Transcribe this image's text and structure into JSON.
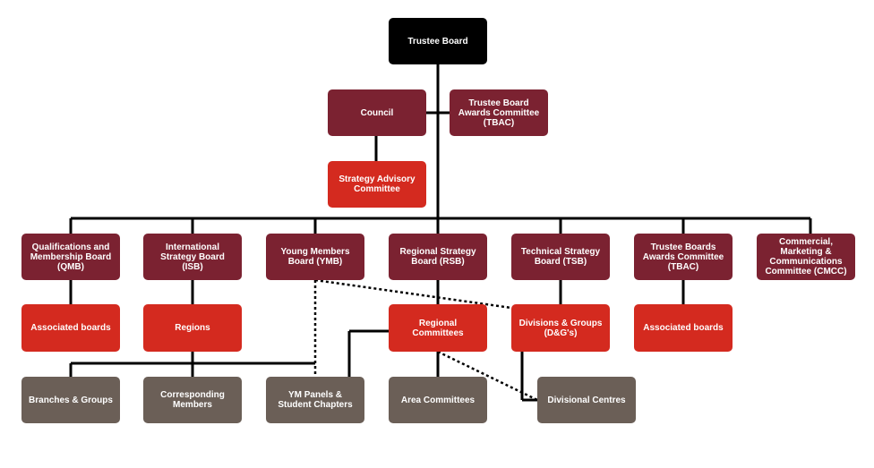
{
  "colors": {
    "top": "#000000",
    "board": "#7b2231",
    "sub": "#d42a1f",
    "local": "#6b5f57"
  },
  "trustee_board": "Trustee Board",
  "council": "Council",
  "tbac_top": "Trustee Board\nAwards Committee\n(TBAC)",
  "strategy_advisory": "Strategy Advisory\nCommittee",
  "boards": {
    "qmb": "Qualifications and\nMembership Board\n(QMB)",
    "isb": "International\nStrategy Board\n(ISB)",
    "ymb": "Young Members\nBoard (YMB)",
    "rsb": "Regional Strategy\nBoard (RSB)",
    "tsb": "Technical Strategy\nBoard (TSB)",
    "tbac": "Trustee Boards\nAwards Committee\n(TBAC)",
    "cmcc": "Commercial,\nMarketing &\nCommunications\nCommittee (CMCC)"
  },
  "subs": {
    "assoc_qmb": "Associated boards",
    "regions": "Regions",
    "regional_committees": "Regional\nCommittees",
    "dg": "Divisions & Groups\n(D&G's)",
    "assoc_tbac": "Associated boards"
  },
  "locals": {
    "branches": "Branches & Groups",
    "corresponding": "Corresponding\nMembers",
    "ym_panels": "YM Panels &\nStudent Chapters",
    "area": "Area Committees",
    "divisional_centres": "Divisional Centres"
  }
}
